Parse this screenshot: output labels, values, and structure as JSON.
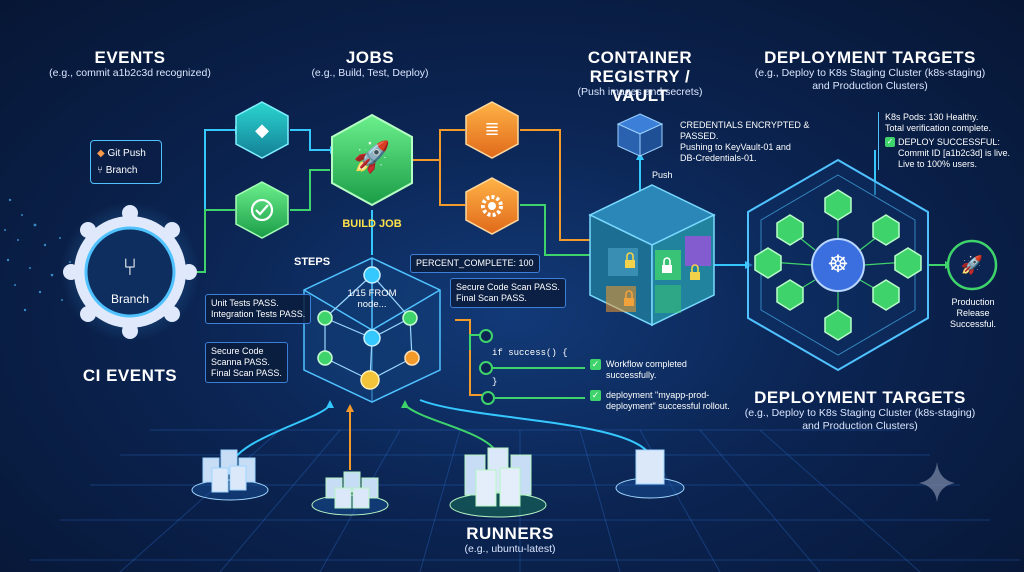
{
  "events": {
    "title": "EVENTS",
    "subtitle": "(e.g., commit a1b2c3d recognized)",
    "items": [
      "Git Push",
      "Branch"
    ]
  },
  "ci_events": {
    "title": "CI EVENTS",
    "node_label": "Branch"
  },
  "jobs": {
    "title": "JOBS",
    "subtitle": "(e.g., Build, Test, Deploy)",
    "build_label": "BUILD JOB"
  },
  "steps": {
    "title": "STEPS",
    "percent": "PERCENT_COMPLETE: 100",
    "progress_line1": "1/15 FROM",
    "progress_line2": "node...",
    "unit_tests": "Unit Tests PASS.\nIntegration Tests PASS.",
    "secure_scan_left": "Secure Code\nScanna PASS.\nFinal Scan PASS.",
    "secure_scan_right": "Secure Code Scan PASS.\nFinal Scan PASS."
  },
  "conditional": {
    "open": "if success() {",
    "close": "}",
    "workflow": "Workflow completed\nsuccessfully.",
    "deployment": "deployment \"myapp-prod-\ndeployment\" successful rollout."
  },
  "registry": {
    "title_line1": "CONTAINER",
    "title_line2": "REGISTRY / VAULT",
    "subtitle": "(Push images and secrets)",
    "credentials_note": "CREDENTIALS ENCRYPTED & PASSED.\nPushing to KeyVault-01 and\nDB-Credentials-01.",
    "push_label": "Push"
  },
  "deployment_top": {
    "title": "DEPLOYMENT TARGETS",
    "subtitle": "(e.g., Deploy to K8s Staging Cluster (k8s-staging)\nand Production Clusters)",
    "status_note_1": "K8s Pods: 130 Healthy.\nTotal verification complete.",
    "status_note_2": "DEPLOY SUCCESSFUL:\nCommit ID [a1b2c3d] is live.\nLive to 100% users."
  },
  "deployment_bottom": {
    "title": "DEPLOYMENT TARGETS",
    "subtitle": "(e.g., Deploy to K8s Staging Cluster (k8s-staging)\nand Production Clusters)"
  },
  "production": {
    "label": "Production\nRelease\nSuccessful."
  },
  "runners": {
    "title": "RUNNERS",
    "subtitle": "(e.g., ubuntu-latest)"
  },
  "colors": {
    "accent": "#38c6ff",
    "green": "#3fd36b",
    "orange": "#f39a2a",
    "teal": "#1fb5a5"
  },
  "icons": [
    "git-icon",
    "branch-icon",
    "check-icon",
    "rocket-icon",
    "gear-icon",
    "database-icon",
    "container-icon",
    "kubernetes-icon",
    "lock-icon",
    "server-icon"
  ]
}
